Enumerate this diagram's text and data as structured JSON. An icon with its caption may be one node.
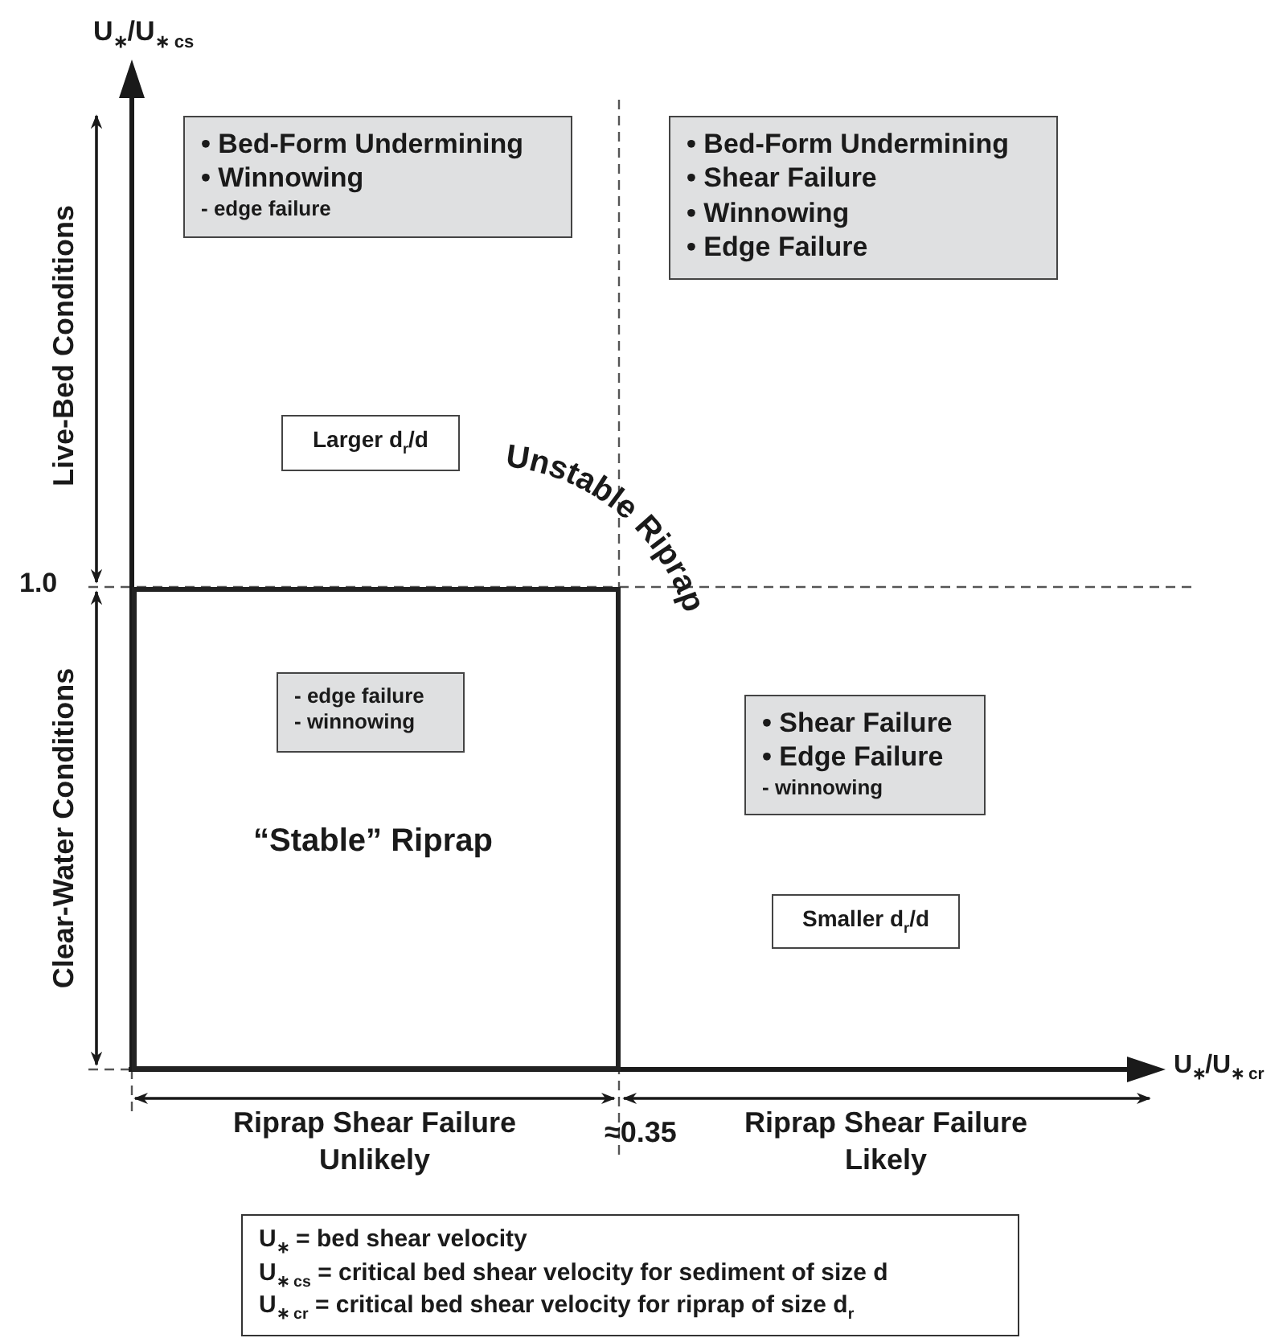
{
  "diagram": {
    "nodes": [
      {
        "text": [
          "• Bed-Form Undermining",
          "• Winnowing",
          "- edge failure"
        ]
      },
      {
        "text": [
          "• Bed-Form Undermining",
          "• Shear Failure",
          "• Winnowing",
          "• Edge Failure"
        ]
      },
      {
        "text": [
          "Larger d$_{r}$/d"
        ]
      },
      {
        "text": [
          "“Stable” Riprap"
        ]
      },
      {
        "text": [
          "- edge failure",
          "- winnowing"
        ],
        "in": 3
      },
      {
        "text": [
          "• Shear Failure",
          "• Edge Failure",
          "-  winnowing"
        ]
      },
      {
        "text": [
          "Smaller d$_{r}$/d"
        ]
      },
      {
        "text": [
          "U$_{∗}$ = bed shear velocity",
          "U$_{∗ cs}$ = critical bed shear velocity for sediment of size d",
          "U$_{∗ cr}$ = critical bed shear velocity for riprap of size d$_{r}$"
        ]
      }
    ],
    "edges": [],
    "labels": [
      "U$_{∗}$/U$_{∗ cs}$",
      "Live-Bed Conditions",
      "1.0",
      "Unstable Riprap",
      "Clear-Water Conditions",
      "U$_{∗}$/U$_{∗ cr}$",
      "Riprap Shear Failure Unlikely",
      "≈0.35",
      "Riprap Shear Failure Likely"
    ]
  }
}
